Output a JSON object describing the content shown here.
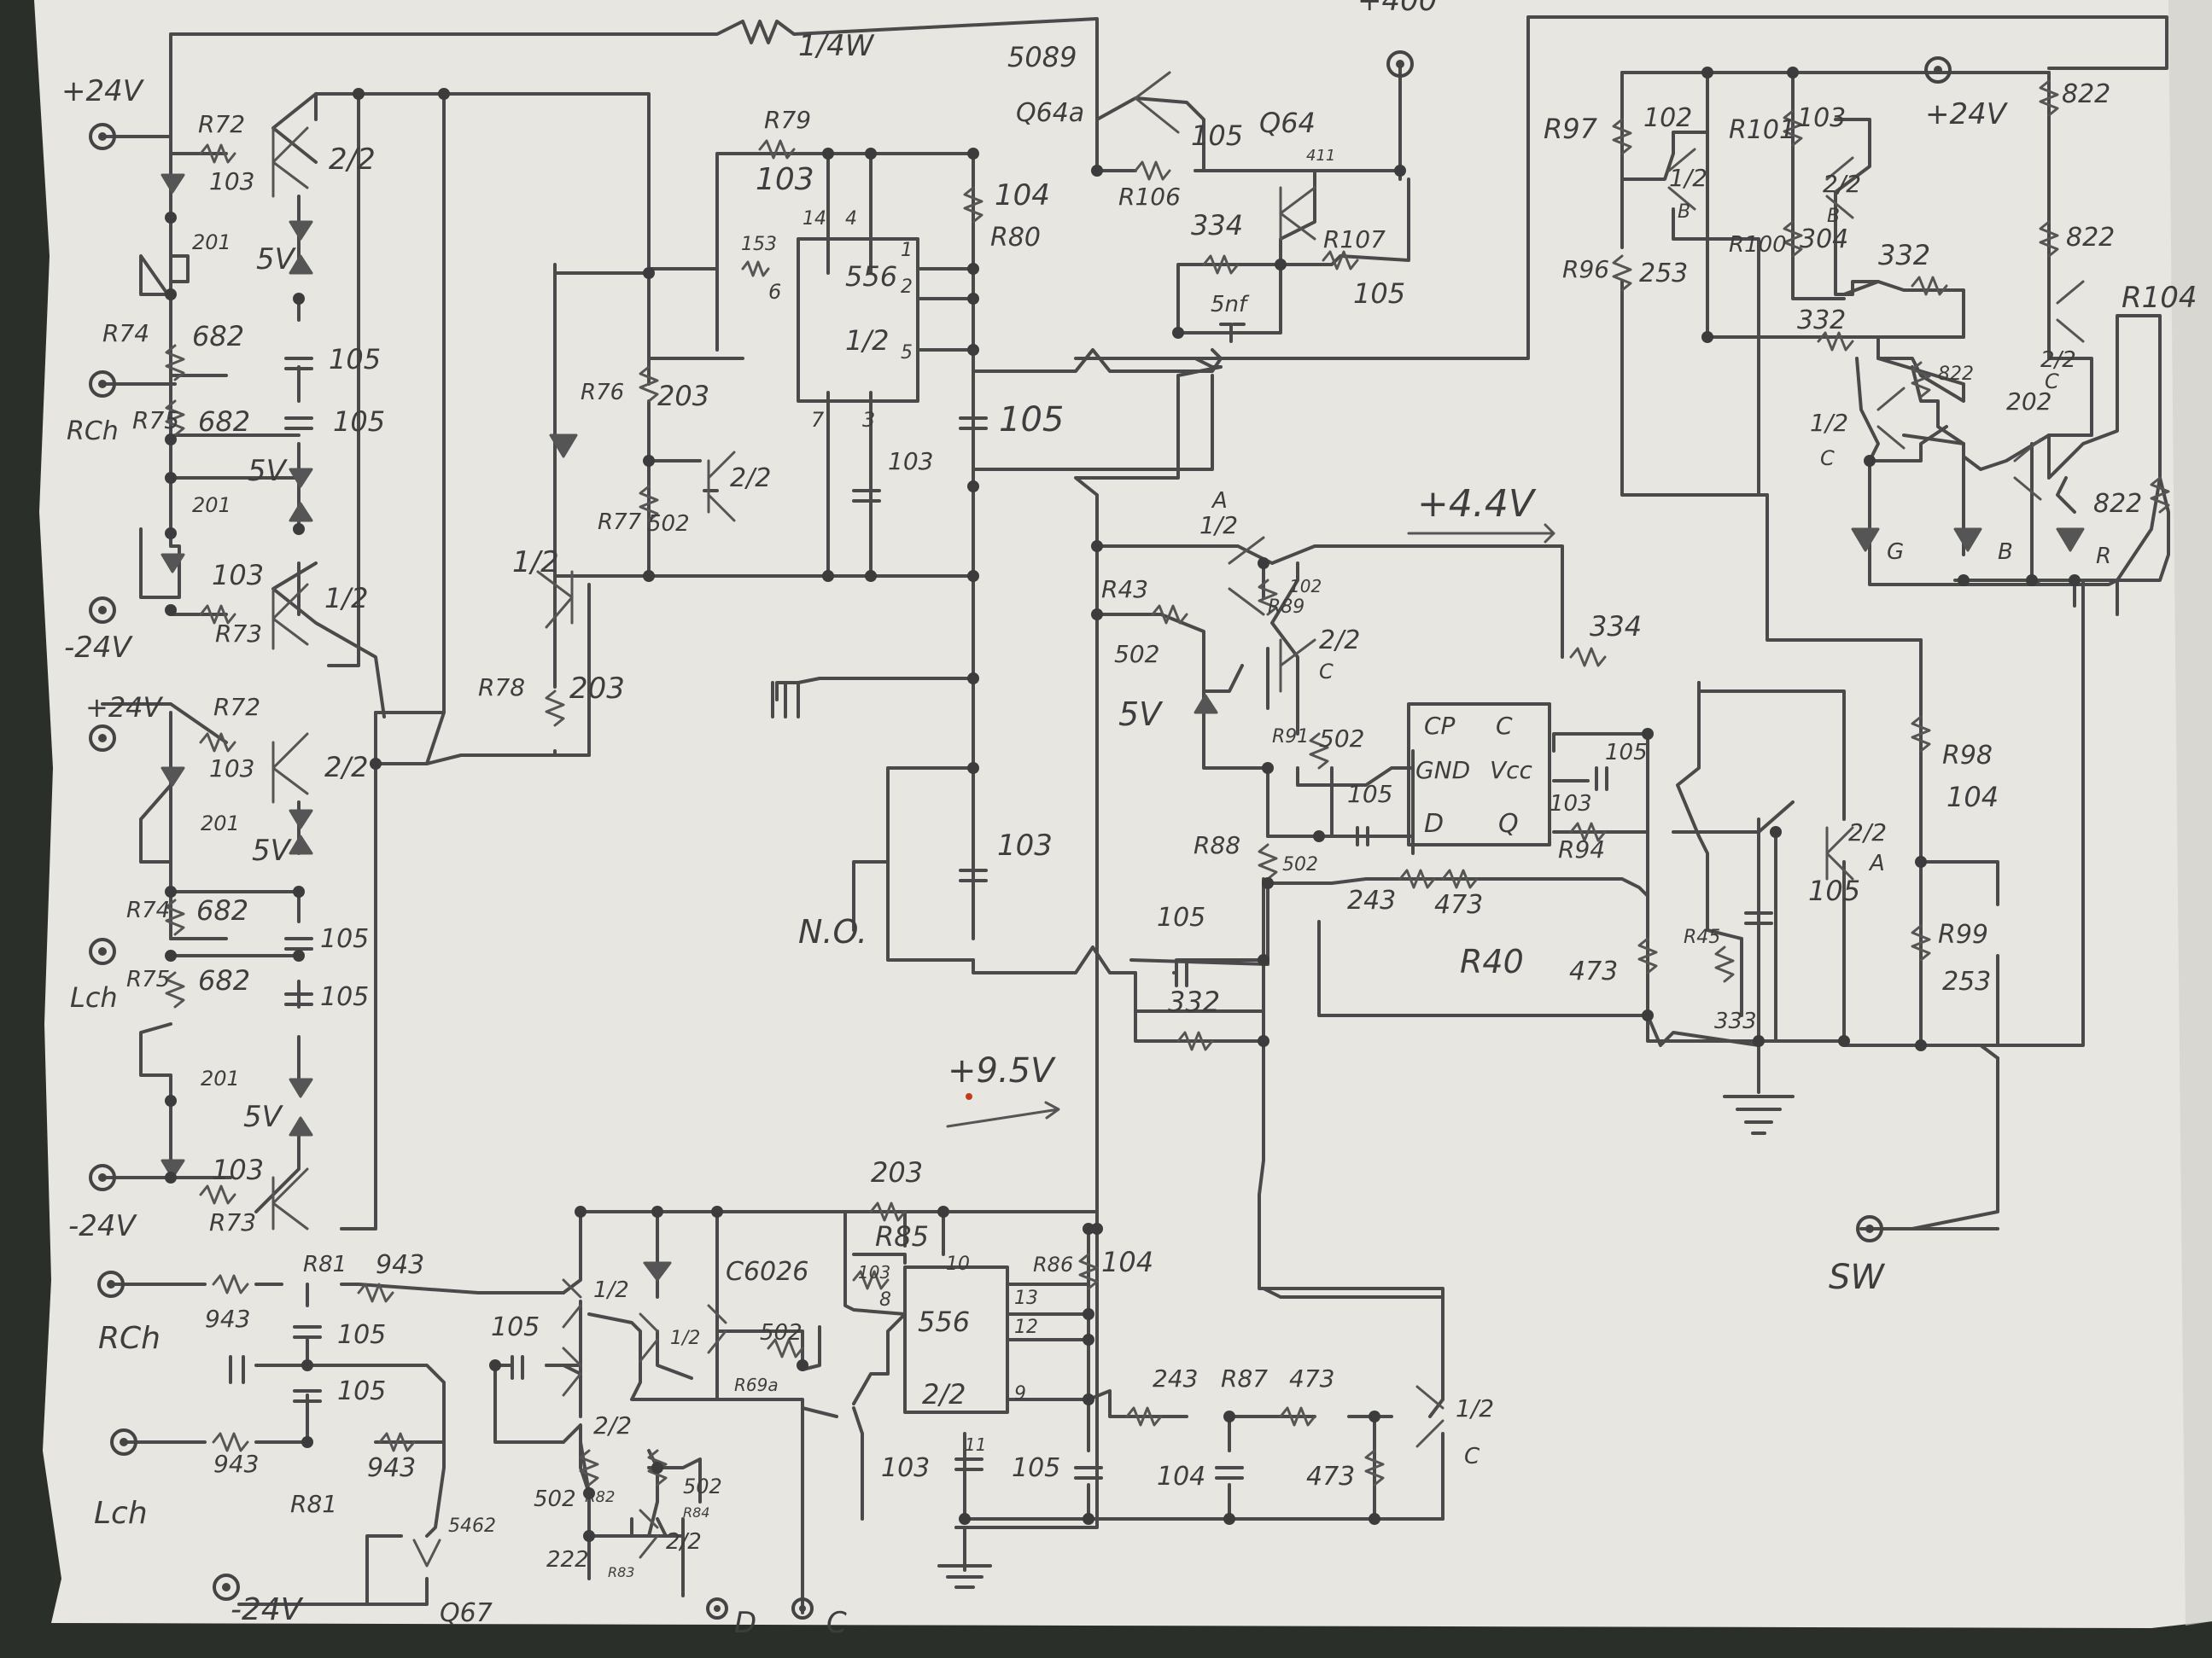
{
  "labels": {
    "v24_r1": "+24V",
    "rch_left": "RCh",
    "v24_neg_1": "-24V",
    "v24_r2": "+24V",
    "lch_left": "Lch",
    "v24_neg_2": "-24V",
    "r72a": "R72",
    "r72a_val": "103",
    "q_22a": "2/2",
    "v5_a": "5V",
    "r74a": "R74",
    "r74a_val": "682",
    "r75a": "R75",
    "r75a_val": "682",
    "c105_a1": "105",
    "c105_a2": "105",
    "v5_b": "5V",
    "r201_a": "201",
    "r201_b": "201",
    "r73a_val": "103",
    "q_12a": "1/2",
    "r73a": "R73",
    "r72b": "R72",
    "r72b_val": "103",
    "q_22b": "2/2",
    "r201_c": "201",
    "v5_c": "5V",
    "r74b": "R74",
    "r74b_val": "682",
    "r75b": "R75",
    "r75b_val": "682",
    "c105_b1": "105",
    "c105_b2": "105",
    "r201_d": "201",
    "v5_d": "5V",
    "r73b_val": "103",
    "r73b": "R73",
    "r14w": "1/4W",
    "v400": "+400",
    "r79": "R79",
    "r79_val": "103",
    "ic556_a_name": "556",
    "ic556_a_half": "1/2",
    "pin14": "14",
    "pin4": "4",
    "pin1": "1",
    "pin2": "2",
    "pin5": "5",
    "pin6": "6",
    "pin7": "7",
    "pin3": "3",
    "r153": "153",
    "r80_val": "104",
    "r80": "R80",
    "c105_c": "105",
    "c103_a": "103",
    "r76": "R76",
    "r76_val": "203",
    "r77": "R77",
    "r77_val": "502",
    "q_22c": "2/2",
    "q_12b": "1/2",
    "r78": "R78",
    "r78_val": "203",
    "n_o": "N.O.",
    "c103_b": "103",
    "q5089": "5089",
    "q64a": "Q64a",
    "r105_a": "105",
    "r106": "R106",
    "q64": "Q64",
    "q411": "411",
    "r334_a": "334",
    "r107": "R107",
    "r105_b": "105",
    "c5nf": "5nf",
    "v44": "+4.4V",
    "q_a12": "1/2",
    "q_a": "A",
    "r43": "R43",
    "r43_val": "502",
    "r89": "R89",
    "r89_val": "102",
    "q_22d": "2/2",
    "q_c1": "C",
    "v5_e": "5V",
    "r91": "R91",
    "r91_val": "502",
    "r88": "R88",
    "r88_val": "502",
    "c105_d": "105",
    "ff_cp": "CP",
    "ff_cbar": "C",
    "ff_gnd": "GND",
    "ff_vcc": "Vcc",
    "ff_d": "D",
    "ff_q": "Q",
    "c105_e": "105",
    "r103_ff": "103",
    "r94": "R94",
    "r334_b": "334",
    "r243_a": "243",
    "r473_a": "473",
    "r40": "R40",
    "r473_b": "473",
    "c105_f": "105",
    "r332_a": "332",
    "r97": "R97",
    "r97_val": "102",
    "r101": "R101",
    "r101_val": "103",
    "v24_right": "+24V",
    "r822_a": "822",
    "r96": "R96",
    "r96_val": "253",
    "r100": "R100",
    "r100_val": "304",
    "q_12c": "1/2",
    "q_b1": "B",
    "q_22e": "2/2",
    "q_b2": "B",
    "r332_b": "332",
    "r332_c": "332",
    "r822_b": "822",
    "r104": "R104",
    "r822_c": "822",
    "q_22f": "2/2",
    "q_c2": "C",
    "r202": "202",
    "q_12d": "1/2",
    "q_c3": "C",
    "r822_d": "822",
    "led_g": "G",
    "led_b": "B",
    "led_r": "R",
    "r98": "R98",
    "r98_val": "104",
    "q_22g": "2/2",
    "q_a2": "A",
    "c105_g": "105",
    "r45": "R45",
    "r45_val": "333",
    "r99": "R99",
    "r99_val": "253",
    "sw": "SW",
    "v95": "+9.5V",
    "rch_bottom": "RCh",
    "lch_bottom": "Lch",
    "v24_neg_3": "-24V",
    "r81a": "R81",
    "r943_a": "943",
    "r943_b": "943",
    "c105_h": "105",
    "c105_i": "105",
    "r943_c": "943",
    "r943_d": "943",
    "r81b": "R81",
    "c105_j": "105",
    "q_12e": "1/2",
    "q_22h": "2/2",
    "q_12f": "1/2",
    "c6026": "C6026",
    "r502_a": "502",
    "r69a": "R69a",
    "r5462": "5462",
    "q67": "Q67",
    "r502_b": "502",
    "r82": "R82",
    "r502_c": "502",
    "r84": "R84",
    "r222": "222",
    "r83": "R83",
    "q_22i": "2/2",
    "d_out": "D",
    "c_out": "C",
    "r203_b": "203",
    "r85": "R85",
    "pin10": "10",
    "r103_b": "103",
    "pin8": "8",
    "ic556_b_name": "556",
    "ic556_b_half": "2/2",
    "pin13": "13",
    "pin12": "12",
    "pin9": "9",
    "pin11": "11",
    "r86": "R86",
    "r86_val": "104",
    "c103_c": "103",
    "c105_k": "105",
    "r243_b": "243",
    "r87": "R87",
    "r473_c": "473",
    "c104": "104",
    "r473_d": "473",
    "q_12g": "1/2",
    "q_c4": "C"
  }
}
